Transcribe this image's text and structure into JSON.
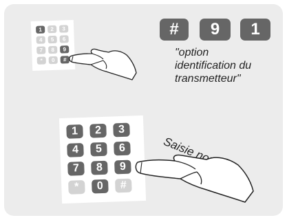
{
  "sequence": {
    "keys": [
      "#",
      "9",
      "1"
    ]
  },
  "caption": {
    "lines": [
      "\"option",
      "identification du",
      "transmetteur\""
    ]
  },
  "small_keypad": {
    "keys": [
      "1",
      "2",
      "3",
      "4",
      "5",
      "6",
      "7",
      "8",
      "9",
      "*",
      "0",
      "#"
    ],
    "pressed": [
      "1",
      "9",
      "#"
    ]
  },
  "big_keypad": {
    "keys": [
      "1",
      "2",
      "3",
      "4",
      "5",
      "6",
      "7",
      "8",
      "9",
      "*",
      "0",
      "#"
    ],
    "inactive": [
      "*",
      "#"
    ]
  },
  "instruction": {
    "text": "Saisie nombre"
  },
  "colors": {
    "panel": "#ececec",
    "key_dark": "#666666",
    "key_light": "#d3d3d3"
  }
}
